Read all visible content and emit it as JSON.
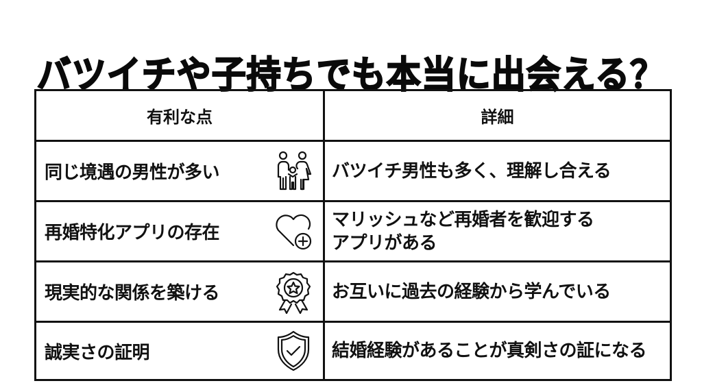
{
  "title": "バツイチや子持ちでも本当に出会える？",
  "table": {
    "headers": {
      "advantage": "有利な点",
      "detail": "詳細"
    },
    "rows": [
      {
        "advantage": "同じ境遇の男性が多い",
        "icon": "family-icon",
        "detail": "バツイチ男性も多く、理解し合える"
      },
      {
        "advantage": "再婚特化アプリの存在",
        "icon": "heart-plus-icon",
        "detail_line1": "マリッシュなど再婚者を歓迎する",
        "detail_line2": "アプリがある"
      },
      {
        "advantage": "現実的な関係を築ける",
        "icon": "award-badge-icon",
        "detail": "お互いに過去の経験から学んでいる"
      },
      {
        "advantage": "誠実さの証明",
        "icon": "shield-check-icon",
        "detail": "結婚経験があることが真剣さの証になる"
      }
    ]
  },
  "colors": {
    "text": "#111111",
    "border": "#111111",
    "background": "#ffffff"
  }
}
